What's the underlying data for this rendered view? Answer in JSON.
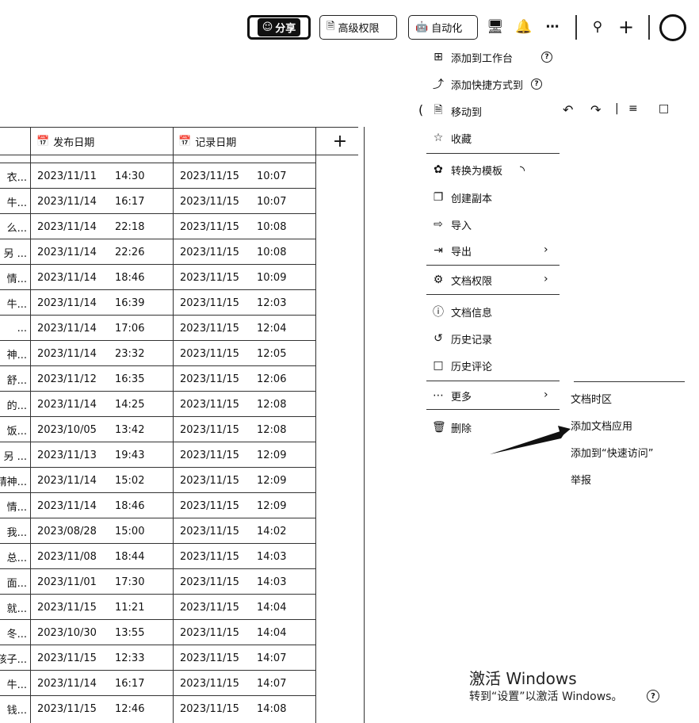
{
  "toolbar": {
    "share_label": "分享",
    "permission_label": "高级权限",
    "automation_label": "自动化",
    "icons": [
      "presentation-icon",
      "bell-icon",
      "more-icon",
      "search-icon",
      "plus-icon",
      "avatar"
    ]
  },
  "table": {
    "columns": [
      "发布日期",
      "记录日期"
    ],
    "rows": [
      {
        "title": "衣...",
        "pub_date": "2023/11/11",
        "pub_time": "14:30",
        "rec_date": "2023/11/15",
        "rec_time": "10:07"
      },
      {
        "title": "牛...",
        "pub_date": "2023/11/14",
        "pub_time": "16:17",
        "rec_date": "2023/11/15",
        "rec_time": "10:07"
      },
      {
        "title": "么...",
        "pub_date": "2023/11/14",
        "pub_time": "22:18",
        "rec_date": "2023/11/15",
        "rec_time": "10:08"
      },
      {
        "title": "另 ...",
        "pub_date": "2023/11/14",
        "pub_time": "22:26",
        "rec_date": "2023/11/15",
        "rec_time": "10:08"
      },
      {
        "title": "情...",
        "pub_date": "2023/11/14",
        "pub_time": "18:46",
        "rec_date": "2023/11/15",
        "rec_time": "10:09"
      },
      {
        "title": "牛...",
        "pub_date": "2023/11/14",
        "pub_time": "16:39",
        "rec_date": "2023/11/15",
        "rec_time": "12:03"
      },
      {
        "title": "...",
        "pub_date": "2023/11/14",
        "pub_time": "17:06",
        "rec_date": "2023/11/15",
        "rec_time": "12:04"
      },
      {
        "title": "神...",
        "pub_date": "2023/11/14",
        "pub_time": "23:32",
        "rec_date": "2023/11/15",
        "rec_time": "12:05"
      },
      {
        "title": "舒...",
        "pub_date": "2023/11/12",
        "pub_time": "16:35",
        "rec_date": "2023/11/15",
        "rec_time": "12:06"
      },
      {
        "title": "的...",
        "pub_date": "2023/11/14",
        "pub_time": "14:25",
        "rec_date": "2023/11/15",
        "rec_time": "12:08"
      },
      {
        "title": "饭...",
        "pub_date": "2023/10/05",
        "pub_time": "13:42",
        "rec_date": "2023/11/15",
        "rec_time": "12:08"
      },
      {
        "title": "另 ...",
        "pub_date": "2023/11/13",
        "pub_time": "19:43",
        "rec_date": "2023/11/15",
        "rec_time": "12:09"
      },
      {
        "title": "精神...",
        "pub_date": "2023/11/14",
        "pub_time": "15:02",
        "rec_date": "2023/11/15",
        "rec_time": "12:09"
      },
      {
        "title": "情...",
        "pub_date": "2023/11/14",
        "pub_time": "18:46",
        "rec_date": "2023/11/15",
        "rec_time": "12:09"
      },
      {
        "title": "我...",
        "pub_date": "2023/08/28",
        "pub_time": "15:00",
        "rec_date": "2023/11/15",
        "rec_time": "14:02"
      },
      {
        "title": "总...",
        "pub_date": "2023/11/08",
        "pub_time": "18:44",
        "rec_date": "2023/11/15",
        "rec_time": "14:03"
      },
      {
        "title": "面...",
        "pub_date": "2023/11/01",
        "pub_time": "17:30",
        "rec_date": "2023/11/15",
        "rec_time": "14:03"
      },
      {
        "title": "就...",
        "pub_date": "2023/11/15",
        "pub_time": "11:21",
        "rec_date": "2023/11/15",
        "rec_time": "14:04"
      },
      {
        "title": "冬...",
        "pub_date": "2023/10/30",
        "pub_time": "13:55",
        "rec_date": "2023/11/15",
        "rec_time": "14:04"
      },
      {
        "title": "孩子...",
        "pub_date": "2023/11/15",
        "pub_time": "12:33",
        "rec_date": "2023/11/15",
        "rec_time": "14:07"
      },
      {
        "title": "牛...",
        "pub_date": "2023/11/14",
        "pub_time": "16:17",
        "rec_date": "2023/11/15",
        "rec_time": "14:07"
      },
      {
        "title": "钱...",
        "pub_date": "2023/11/15",
        "pub_time": "12:46",
        "rec_date": "2023/11/15",
        "rec_time": "14:08"
      }
    ]
  },
  "menu": {
    "items": [
      {
        "label": "添加到工作台",
        "icon": "grid-icon"
      },
      {
        "label": "添加快捷方式到",
        "icon": "shortcut-icon"
      },
      {
        "label": "移动到",
        "icon": "move-file-icon"
      },
      {
        "label": "收藏",
        "icon": "star-icon"
      },
      {
        "label": "转换为模板",
        "icon": "template-icon"
      },
      {
        "label": "创建副本",
        "icon": "copy-icon"
      },
      {
        "label": "导入",
        "icon": "import-icon"
      },
      {
        "label": "导出",
        "icon": "export-icon"
      },
      {
        "label": "文档权限",
        "icon": "gear-icon"
      },
      {
        "label": "文档信息",
        "icon": "info-icon"
      },
      {
        "label": "历史记录",
        "icon": "history-icon"
      },
      {
        "label": "历史评论",
        "icon": "comment-icon"
      },
      {
        "label": "更多",
        "icon": "more-icon"
      },
      {
        "label": "删除",
        "icon": "trash-icon"
      }
    ]
  },
  "submenu": {
    "items": [
      "文档时区",
      "添加文档应用",
      "添加到“快速访问”",
      "举报"
    ]
  },
  "watermark": {
    "line1": "激活 Windows",
    "line2": "转到“设置”以激活 Windows。"
  }
}
